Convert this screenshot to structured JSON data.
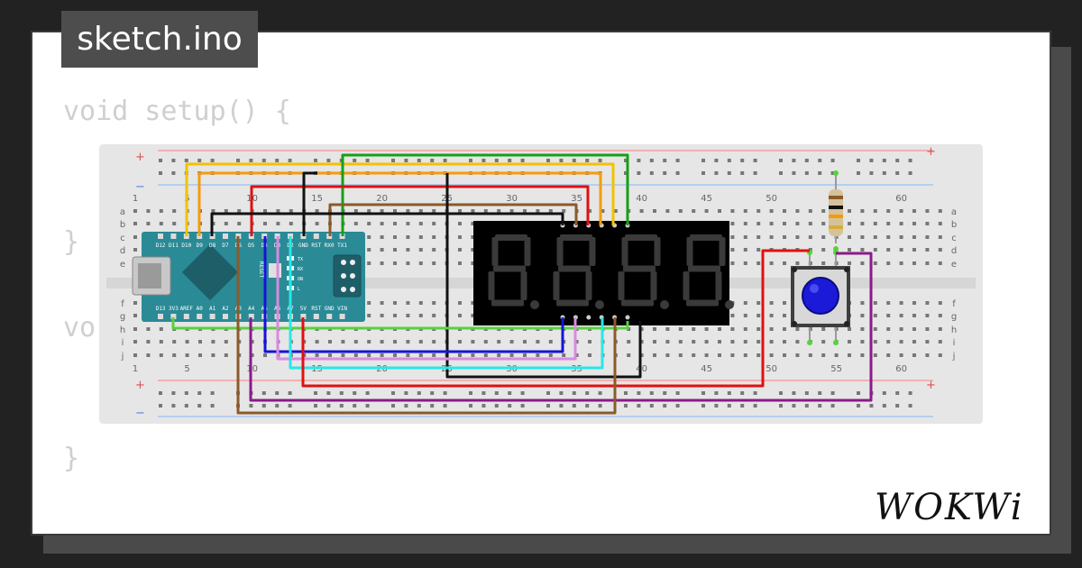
{
  "tab": {
    "label": "sketch.ino"
  },
  "code": {
    "lines": [
      "void setup() {",
      "}",
      "vo",
      "}"
    ]
  },
  "breadboard": {
    "column_numbers": [
      "1",
      "5",
      "10",
      "15",
      "20",
      "25",
      "30",
      "35",
      "40",
      "45",
      "50",
      "55",
      "60"
    ],
    "row_letters_top": [
      "a",
      "b",
      "c",
      "d",
      "e"
    ],
    "row_letters_bottom": [
      "f",
      "g",
      "h",
      "i",
      "j"
    ],
    "rail_plus": "+",
    "rail_minus": "−"
  },
  "arduino": {
    "top_pins": [
      "D12",
      "D11",
      "D10",
      "D9",
      "D8",
      "D7",
      "D6",
      "D5",
      "D4",
      "D3",
      "D2",
      "GND",
      "RST",
      "RX0",
      "TX1"
    ],
    "bottom_pins": [
      "D13",
      "3V3",
      "AREF",
      "A0",
      "A1",
      "A2",
      "A3",
      "A4",
      "A5",
      "A6",
      "A7",
      "5V",
      "RST",
      "GND",
      "VIN"
    ],
    "reset_label": "RESET",
    "led_labels": [
      "TX",
      "RX",
      "ON",
      "L"
    ]
  },
  "display": {
    "digits": 4,
    "segment_color": "#3a3a3a"
  },
  "wire_colors": {
    "yellow": "#f2c200",
    "orange": "#f59b0b",
    "green": "#16a016",
    "brown": "#8b5a2b",
    "red": "#e01010",
    "black": "#111111",
    "blue": "#1414d8",
    "violet": "#d98ae0",
    "cyan": "#26e8e8",
    "purple": "#8a1a8a",
    "lime": "#56d23c"
  },
  "logo": {
    "text": "WOKWi"
  }
}
